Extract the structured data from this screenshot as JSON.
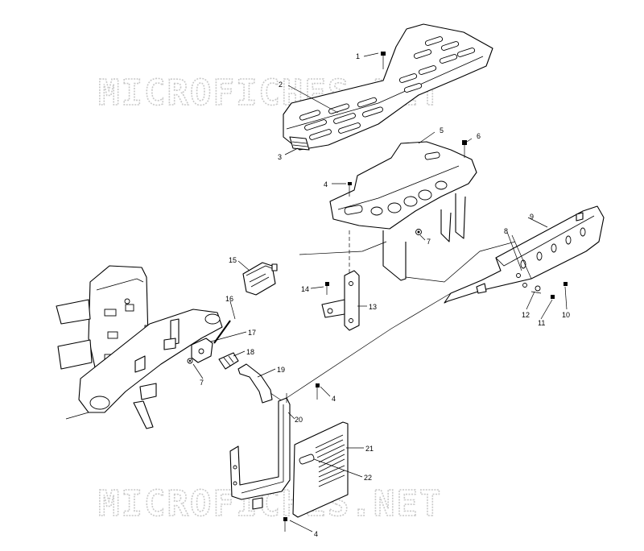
{
  "watermarks": [
    "MICROFICHES.NET",
    "MICROFICHES.NET"
  ],
  "callouts": [
    "1",
    "2",
    "3",
    "4",
    "5",
    "6",
    "4",
    "7",
    "8",
    "9",
    "15",
    "14",
    "13",
    "16",
    "17",
    "18",
    "7",
    "19",
    "12",
    "11",
    "10",
    "4",
    "20",
    "21",
    "22",
    "4"
  ]
}
